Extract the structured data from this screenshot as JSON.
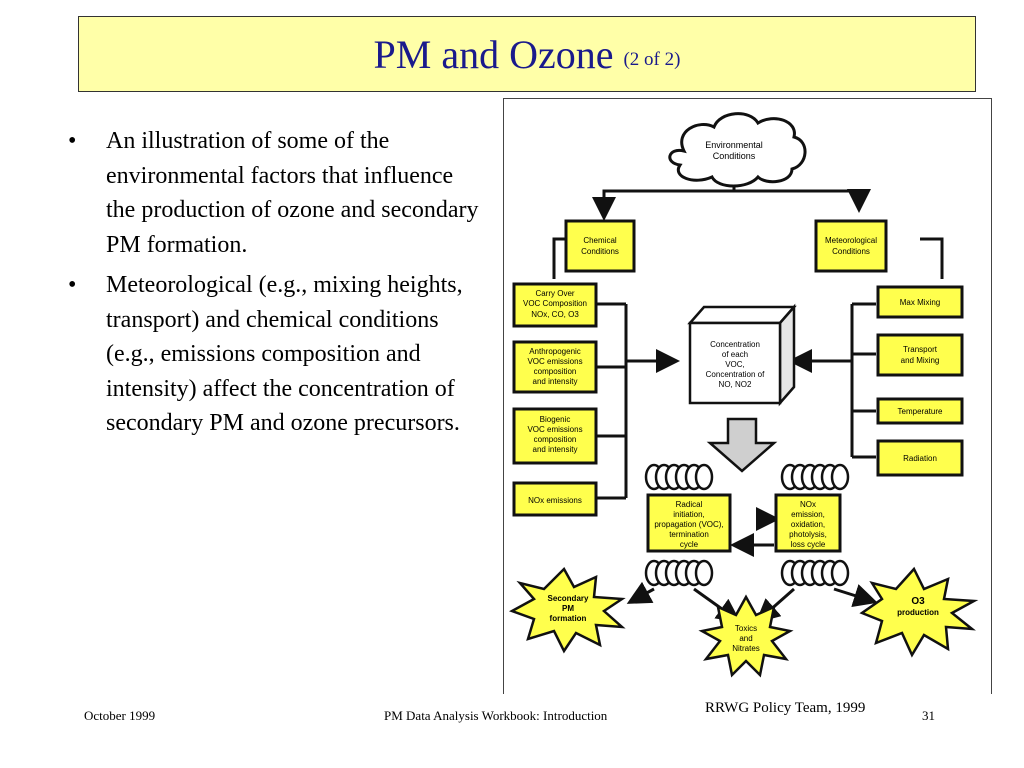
{
  "title": {
    "main": "PM and Ozone",
    "sub": "(2 of 2)"
  },
  "bullets": [
    "An illustration of some of the environmental factors that influence the production of ozone and secondary PM formation.",
    "Meteorological (e.g., mixing heights, transport) and chemical conditions (e.g., emissions composition and intensity) affect the concentration of secondary PM and ozone precursors."
  ],
  "bullet_symbol": "•",
  "diagram": {
    "cloud": [
      "Environmental",
      "Conditions"
    ],
    "chemical": [
      "Chemical",
      "Conditions"
    ],
    "meteorological": [
      "Meteorological",
      "Conditions"
    ],
    "carryover": [
      "Carry Over",
      "VOC Composition",
      "NOx, CO, O3"
    ],
    "anthropogenic": [
      "Anthropogenic",
      "VOC emissions",
      "composition",
      "and intensity"
    ],
    "biogenic": [
      "Biogenic",
      "VOC emissions",
      "composition",
      "and intensity"
    ],
    "nox_emissions": [
      "NOx emissions"
    ],
    "max_mixing": [
      "Max Mixing"
    ],
    "transport": [
      "Transport",
      "and Mixing"
    ],
    "temperature": [
      "Temperature"
    ],
    "radiation": [
      "Radiation"
    ],
    "concentration": [
      "Concentration",
      "of each",
      "VOC,",
      "Concentration of",
      "NO, NO2"
    ],
    "radical": [
      "Radical",
      "initiation,",
      "propagation (VOC),",
      "termination",
      "cycle"
    ],
    "nox_cycle": [
      "NOx",
      "emission,",
      "oxidation,",
      "photolysis,",
      "loss cycle"
    ],
    "secondary_pm": [
      "Secondary",
      "PM",
      "formation"
    ],
    "toxics": [
      "Toxics",
      "and",
      "Nitrates"
    ],
    "o3": [
      "O3",
      "production"
    ]
  },
  "credit": "RRWG Policy Team, 1999",
  "footer": {
    "date": "October 1999",
    "center": "PM Data Analysis Workbook: Introduction",
    "page": "31"
  },
  "colors": {
    "box_fill": "#ffff4d",
    "title_fill": "#ffffa8",
    "title_text": "#1a1a8c"
  }
}
